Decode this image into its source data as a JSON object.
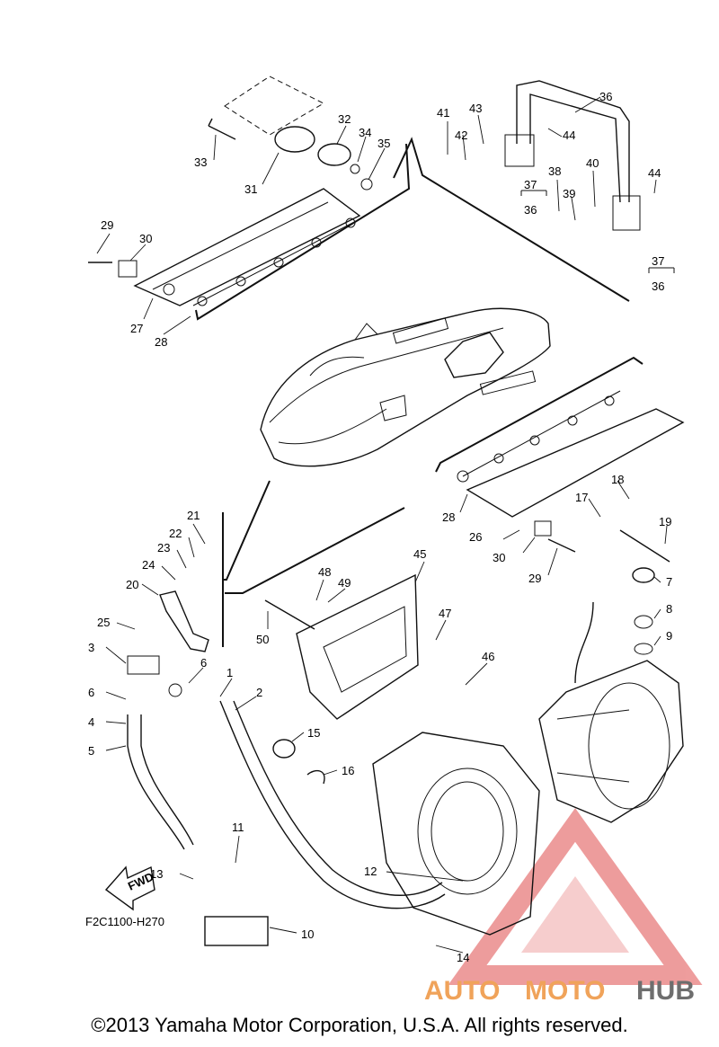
{
  "diagram_code": "F2C1100-H270",
  "fwd_label": "FWD",
  "watermark": {
    "text_auto": "AUTO",
    "text_moto": "MOTO",
    "text_hub": "HUB",
    "color_accent": "#f0a35a",
    "color_hub": "#6e6e6e",
    "color_logo": "#e87c7c"
  },
  "copyright": "©2013 Yamaha Motor Corporation, U.S.A. All rights reserved.",
  "callouts": [
    "1",
    "2",
    "3",
    "4",
    "5",
    "6",
    "6",
    "7",
    "8",
    "9",
    "10",
    "11",
    "12",
    "13",
    "14",
    "15",
    "16",
    "17",
    "18",
    "19",
    "20",
    "21",
    "22",
    "23",
    "24",
    "25",
    "26",
    "27",
    "28",
    "28",
    "29",
    "29",
    "30",
    "30",
    "31",
    "32",
    "33",
    "34",
    "35",
    "36",
    "36",
    "36",
    "37",
    "37",
    "38",
    "39",
    "40",
    "41",
    "42",
    "43",
    "44",
    "44",
    "45",
    "46",
    "47",
    "48",
    "49",
    "50"
  ]
}
